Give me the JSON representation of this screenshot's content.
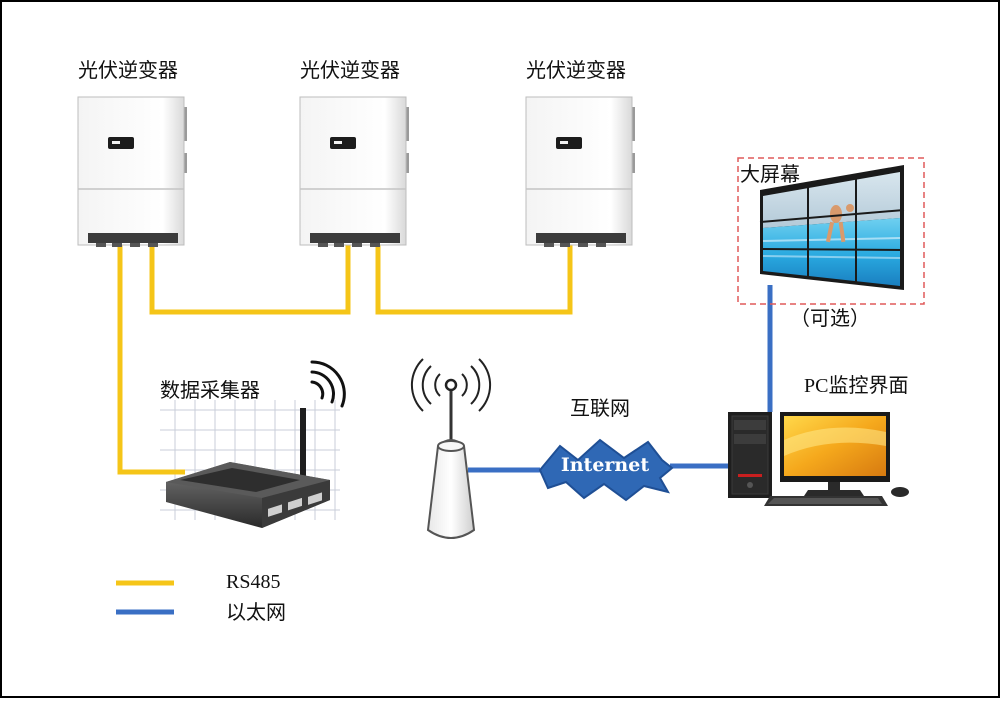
{
  "inverters": [
    {
      "label": "光伏逆变器"
    },
    {
      "label": "光伏逆变器"
    },
    {
      "label": "光伏逆变器"
    }
  ],
  "datalogger": {
    "label": "数据采集器"
  },
  "screen": {
    "label": "大屏幕",
    "note": "（可选）"
  },
  "internet": {
    "label": "互联网",
    "cloud_text": "Internet"
  },
  "pc": {
    "label": "PC监控界面"
  },
  "legend": [
    {
      "label": "RS485",
      "color": "#f5c518"
    },
    {
      "label": "以太网",
      "color": "#3a6fc4"
    }
  ],
  "colors": {
    "rs485": "#f5c518",
    "ethernet": "#3a6fc4",
    "frame": "#000000",
    "dashed_box": "#e05a5a"
  }
}
